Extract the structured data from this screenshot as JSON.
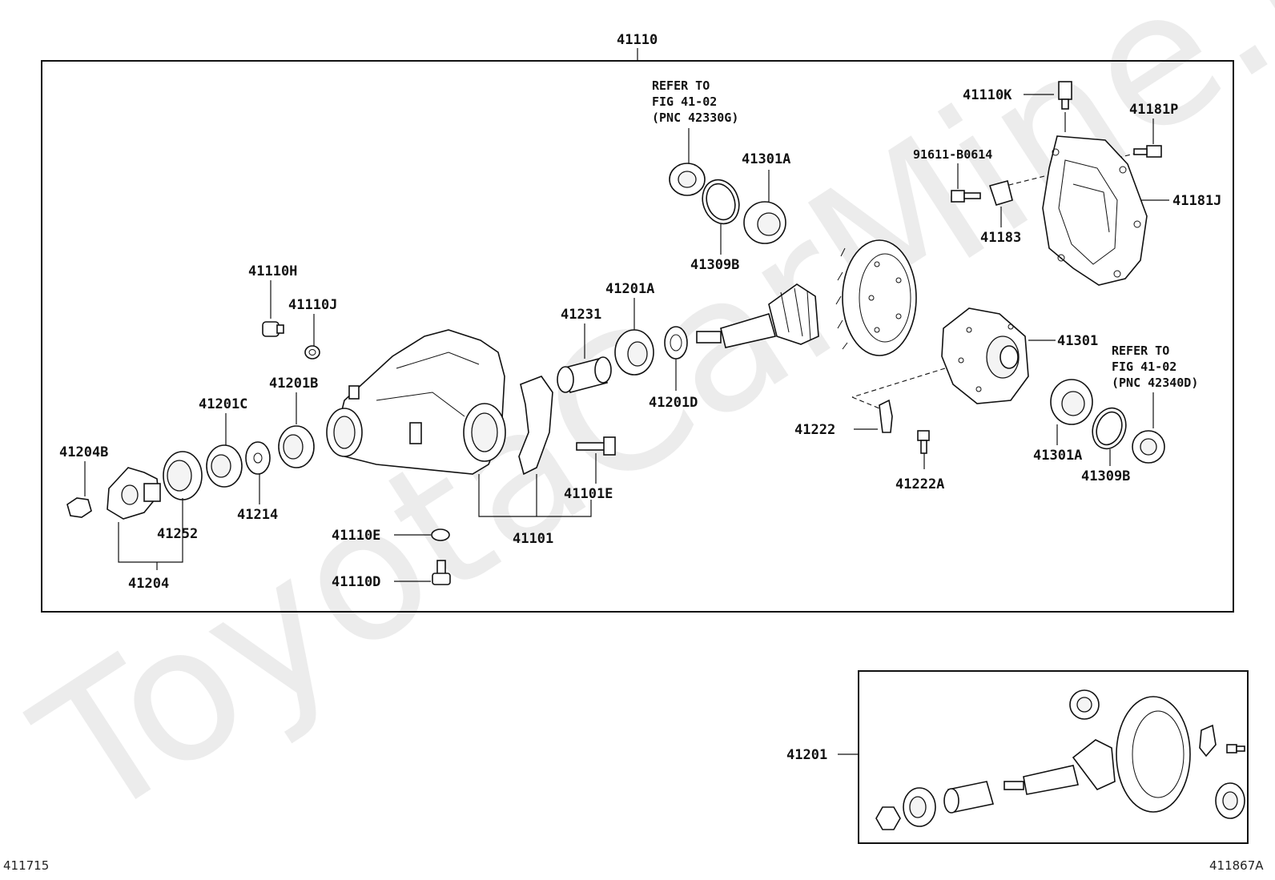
{
  "watermark": "ToyotaCarMine.ru",
  "assembly_label": "41110",
  "part_labels": {
    "p41110K": "41110K",
    "p41181P": "41181P",
    "p41181J": "41181J",
    "p91611": "91611-B0614",
    "p41183": "41183",
    "p41301A_top": "41301A",
    "p41309B_top": "41309B",
    "p41110H": "41110H",
    "p41110J": "41110J",
    "p41201A": "41201A",
    "p41231": "41231",
    "p41201D": "41201D",
    "p41301": "41301",
    "p41201B": "41201B",
    "p41201C": "41201C",
    "p41204B": "41204B",
    "p41252": "41252",
    "p41214": "41214",
    "p41204": "41204",
    "p41101E": "41101E",
    "p41101": "41101",
    "p41110E": "41110E",
    "p41110D": "41110D",
    "p41222": "41222",
    "p41222A": "41222A",
    "p41301A_right": "41301A",
    "p41309B_right": "41309B",
    "p41201": "41201"
  },
  "refer_top": {
    "line1": "REFER TO",
    "line2": "FIG 41-02",
    "line3": "(PNC 42330G)"
  },
  "refer_right": {
    "line1": "REFER TO",
    "line2": "FIG 41-02",
    "line3": "(PNC 42340D)"
  },
  "figure_number_left": "411715",
  "figure_number_right": "411867A"
}
